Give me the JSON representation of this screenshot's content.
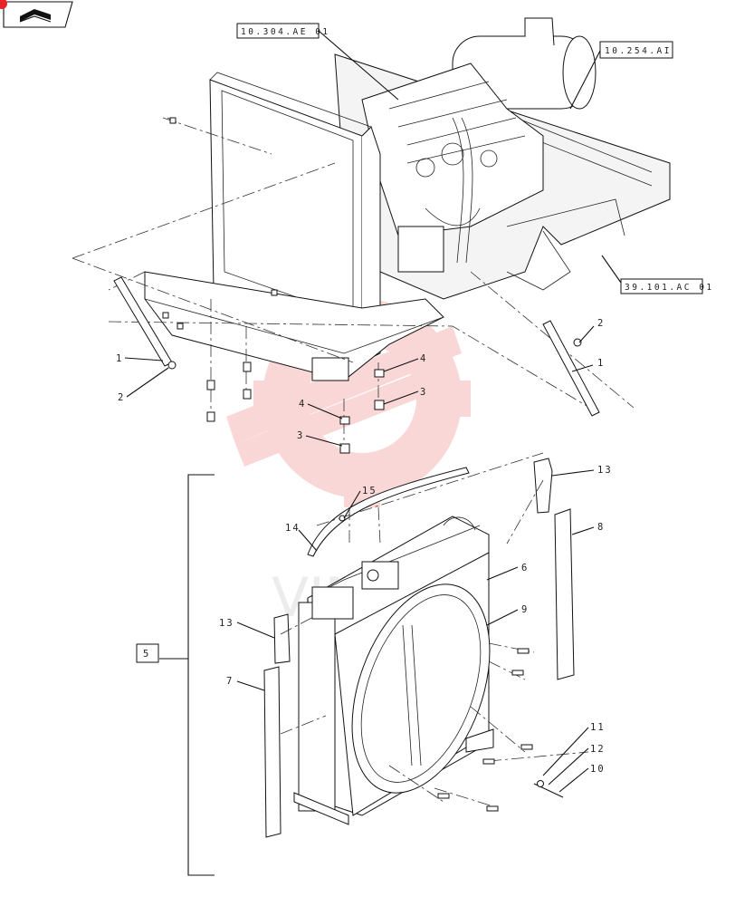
{
  "refs": {
    "engine": "10.304.AE 01",
    "muffler": "10.254.AI",
    "frame": "39.101.AC 01"
  },
  "callouts": {
    "c1_left": "1",
    "c2_left": "2",
    "c1_right": "1",
    "c2_right": "2",
    "c4_a": "4",
    "c3_a": "3",
    "c4_b": "4",
    "c3_b": "3",
    "c15": "15",
    "c14": "14",
    "c13_top": "13",
    "c8": "8",
    "c6": "6",
    "c9": "9",
    "c13_left": "13",
    "c7": "7",
    "c5": "5",
    "c11": "11",
    "c12": "12",
    "c10": "10"
  },
  "colors": {
    "watermark": "#e8262a",
    "line": "#111111"
  },
  "icons": {
    "corner": "book-icon"
  }
}
